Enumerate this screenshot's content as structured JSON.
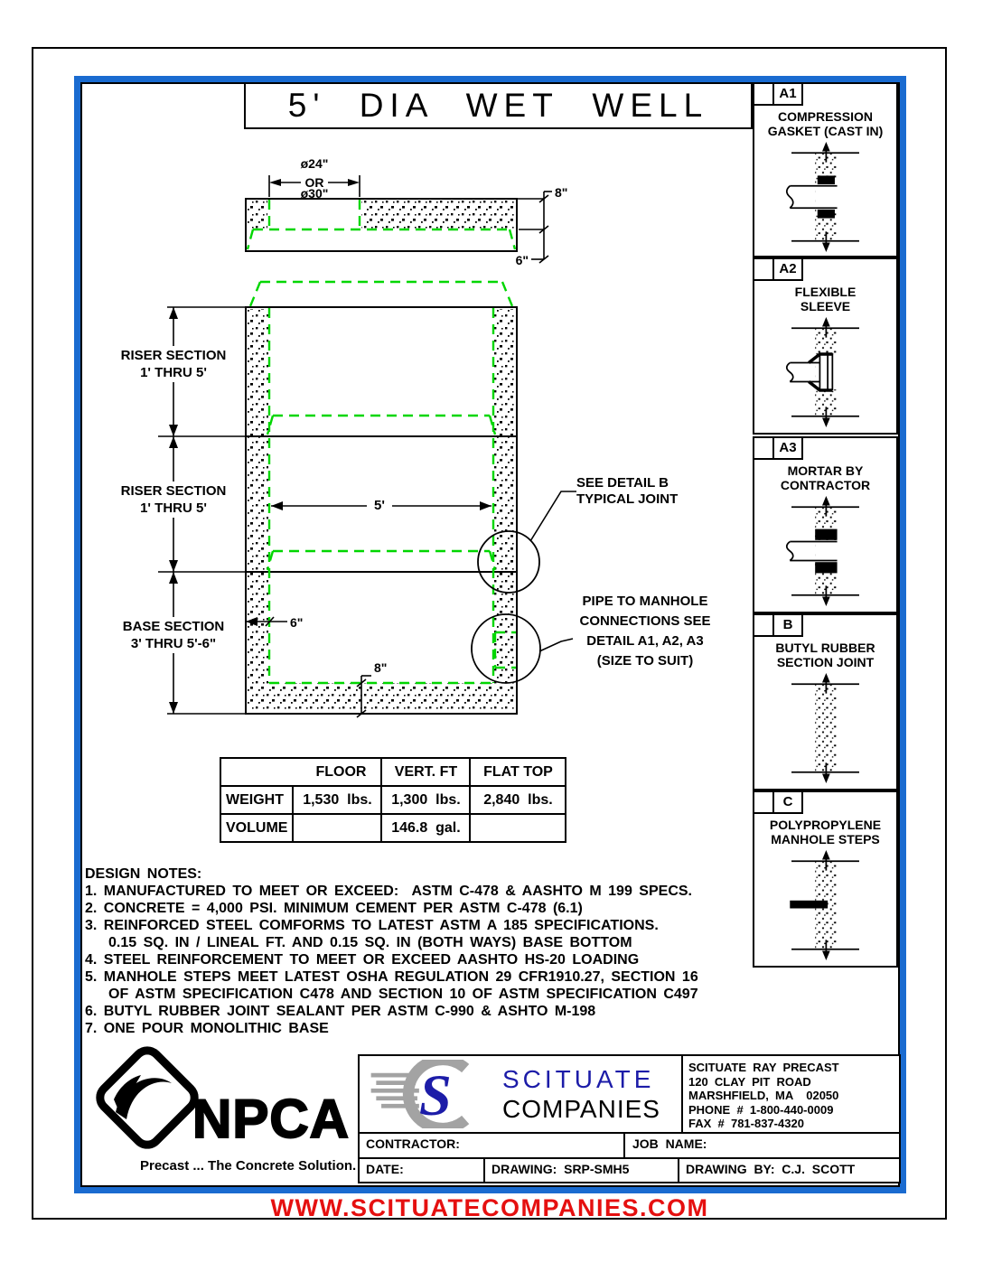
{
  "title": "5' DIA WET WELL",
  "drawing": {
    "sections": [
      {
        "l1": "RISER SECTION",
        "l2": "1' THRU 5'"
      },
      {
        "l1": "RISER SECTION",
        "l2": "1' THRU 5'"
      },
      {
        "l1": "BASE SECTION",
        "l2": "3' THRU 5'-6\""
      }
    ],
    "dims": {
      "hole_top": "ø24\"",
      "hole_or": "OR",
      "hole_bottom": "ø30\"",
      "slab_thickness": "8\"",
      "slab_lip": "6\"",
      "inner_diameter": "5'",
      "wall_thickness": "6\"",
      "base_thickness": "8\""
    },
    "callout_joint": [
      "SEE DETAIL B",
      "TYPICAL JOINT"
    ],
    "callout_pipe": [
      "PIPE TO MANHOLE",
      "CONNECTIONS SEE",
      "DETAIL A1, A2, A3",
      "(SIZE TO SUIT)"
    ]
  },
  "details": [
    {
      "id": "A1",
      "title": "COMPRESSION\nGASKET (CAST IN)"
    },
    {
      "id": "A2",
      "title": "FLEXIBLE\nSLEEVE"
    },
    {
      "id": "A3",
      "title": "MORTAR BY\nCONTRACTOR"
    },
    {
      "id": "B",
      "title": "BUTYL RUBBER\nSECTION JOINT"
    },
    {
      "id": "C",
      "title": "POLYPROPYLENE\nMANHOLE STEPS"
    }
  ],
  "spec_table": {
    "columns": [
      "",
      "FLOOR",
      "VERT. FT",
      "FLAT TOP"
    ],
    "rows": [
      {
        "label": "WEIGHT",
        "floor": "1,530  lbs.",
        "vert_ft": "1,300  lbs.",
        "flat_top": "2,840  lbs."
      },
      {
        "label": "VOLUME",
        "floor": "",
        "vert_ft": "146.8  gal.",
        "flat_top": ""
      }
    ]
  },
  "design_notes": {
    "heading": "DESIGN NOTES:",
    "lines": [
      "1. MANUFACTURED TO MEET OR EXCEED:  ASTM C-478 & AASHTO M 199 SPECS.",
      "2. CONCRETE = 4,000 PSI. MINIMUM CEMENT PER ASTM C-478 (6.1)",
      "3. REINFORCED STEEL COMFORMS TO LATEST ASTM A 185 SPECIFICATIONS.",
      "0.15 SQ. IN / LINEAL FT. AND 0.15 SQ. IN (BOTH WAYS) BASE BOTTOM",
      "4. STEEL REINFORCEMENT TO MEET OR EXCEED AASHTO HS-20 LOADING",
      "5. MANHOLE STEPS MEET LATEST OSHA REGULATION 29 CFR1910.27, SECTION 16",
      "OF ASTM SPECIFICATION C478 AND SECTION 10 OF ASTM SPECIFICATION C497",
      "6. BUTYL RUBBER JOINT SEALANT PER ASTM C-990 & ASHTO M-198",
      "7. ONE POUR MONOLITHIC BASE"
    ]
  },
  "npca": {
    "name": "NPCA",
    "tagline": "Precast ... The Concrete Solution."
  },
  "title_block": {
    "company_line1": "SCITUATE",
    "company_line2": "COMPANIES",
    "address": [
      "SCITUATE  RAY  PRECAST",
      "120  CLAY  PIT  ROAD",
      "MARSHFIELD,  MA    02050",
      "PHONE  #  1-800-440-0009",
      "FAX  #  781-837-4320"
    ],
    "contractor_label": "CONTRACTOR:",
    "job_label": "JOB  NAME:",
    "date_label": "DATE:",
    "drawing_label": "DRAWING:  SRP-SMH5",
    "drawn_by_label": "DRAWING  BY:  C.J.  SCOTT"
  },
  "footer": {
    "url": "WWW.SCITUATECOMPANIES.COM"
  },
  "colors": {
    "frame_blue": "#1a6bd0",
    "hidden_line_green": "#00d600",
    "url_red": "#e51010",
    "logo_blue": "#1c1ca8",
    "logo_gray": "#a3a3a3"
  }
}
